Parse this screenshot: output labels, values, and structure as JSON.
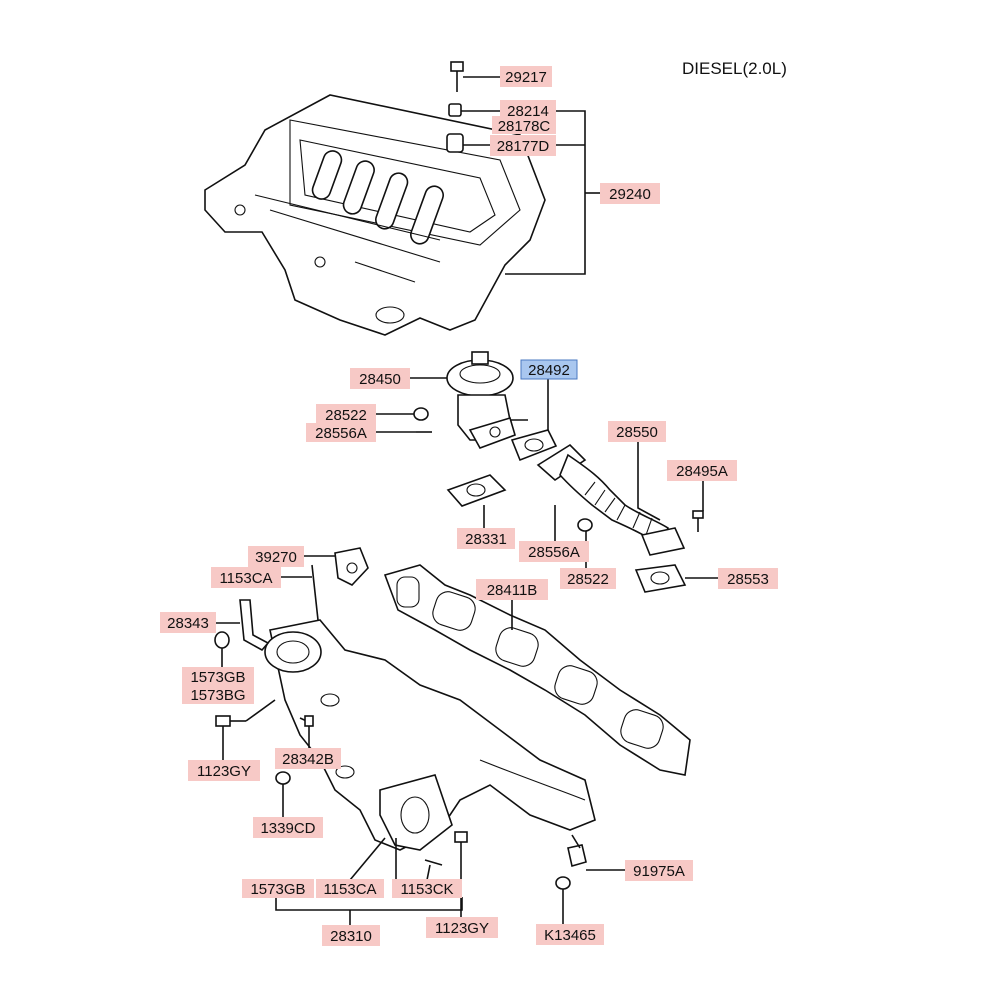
{
  "title": "DIESEL(2.0L)",
  "colors": {
    "label_fill": "#f7c9c6",
    "label_highlight_fill": "#a9c7ef",
    "label_highlight_stroke": "#4a78c0",
    "line": "#111111"
  },
  "labels": {
    "p29217": "29217",
    "p28214": "28214",
    "p28178C": "28178C",
    "p28177D": "28177D",
    "p29240": "29240",
    "p28450": "28450",
    "p28492": "28492",
    "p28522a": "28522",
    "p28556Aa": "28556A",
    "p28550": "28550",
    "p28495A": "28495A",
    "p28331": "28331",
    "p28556Ab": "28556A",
    "p28522b": "28522",
    "p28553": "28553",
    "p39270": "39270",
    "p1153CAa": "1153CA",
    "p28411B": "28411B",
    "p28343": "28343",
    "p1573GBa": "1573GB",
    "p1573BG": "1573BG",
    "p1123GYa": "1123GY",
    "p28342B": "28342B",
    "p1339CD": "1339CD",
    "p1573GBb": "1573GB",
    "p1153CAb": "1153CA",
    "p1153CK": "1153CK",
    "p28310": "28310",
    "p1123GYb": "1123GY",
    "p91975A": "91975A",
    "pK13465": "K13465"
  }
}
